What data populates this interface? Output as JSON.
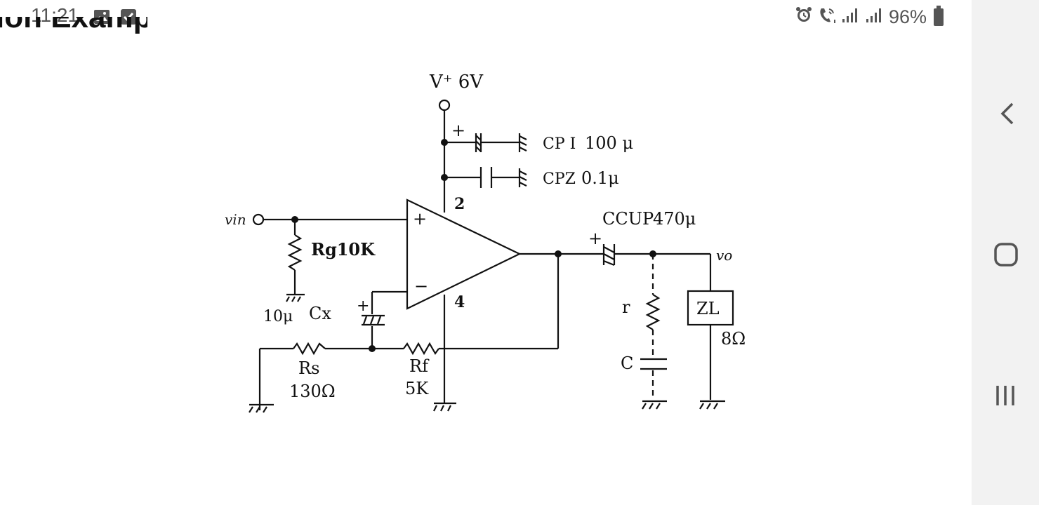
{
  "status_bar": {
    "time": "11:21",
    "left_icons": [
      "gallery-icon",
      "check-notification-icon"
    ],
    "right_icons": [
      "alarm-icon",
      "wifi-call-icon",
      "signal-icon",
      "signal-icon",
      "battery-icon"
    ],
    "battery_percent": "96%"
  },
  "heading": {
    "partial_title": "ion Example"
  },
  "schematic": {
    "supply_label": "V⁺ 6V",
    "pin_2": "2",
    "pin_4": "4",
    "plus": "+",
    "minus": "−",
    "vin": "𝑣in",
    "vo": "𝑣o",
    "cp1_name": "CP I",
    "cp1_value": "100 μ",
    "cp2_name": "CPZ",
    "cp2_value": "0.1μ",
    "ccup_name": "CCUP",
    "ccup_value": "470μ",
    "rg": "Rg10K",
    "cx_value": "10μ",
    "cx_name": "Cx",
    "rs_name": "Rs",
    "rs_value": "130Ω",
    "rf_name": "Rf",
    "rf_value": "5K",
    "r_name": "r",
    "c_name": "C",
    "zl_name": "ZL",
    "zl_value": "8Ω"
  },
  "nav_bar": {
    "buttons": [
      "back-button",
      "home-button",
      "recent-apps-button"
    ]
  }
}
